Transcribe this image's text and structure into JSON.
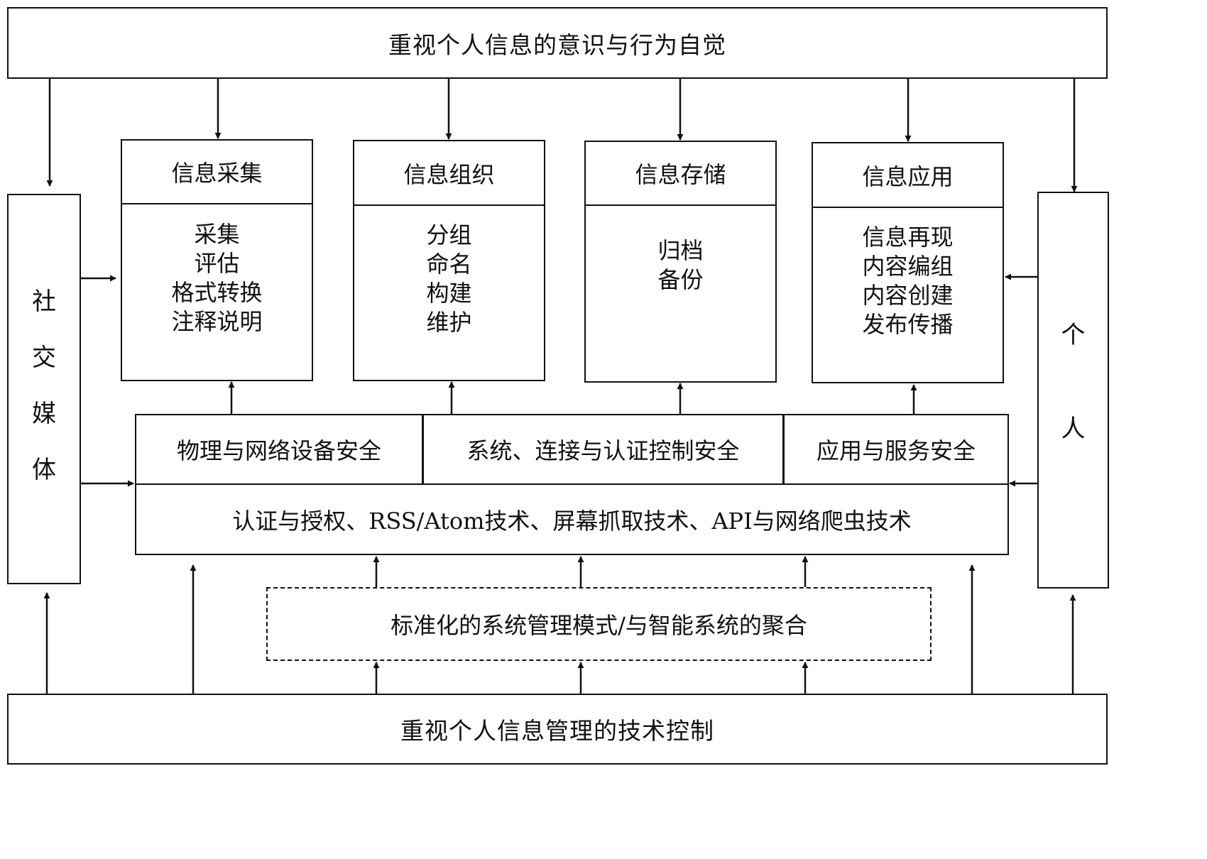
{
  "top_banner": "重视个人信息的意识与行为自觉",
  "bottom_banner": "重视个人信息管理的技术控制",
  "left_side": [
    "社",
    "交",
    "媒",
    "体"
  ],
  "right_side": [
    "个",
    "人"
  ],
  "modules": [
    {
      "title": "信息采集",
      "items": [
        "采集",
        "评估",
        "格式转换",
        "注释说明"
      ]
    },
    {
      "title": "信息组织",
      "items": [
        "分组",
        "命名",
        "构建",
        "维护"
      ]
    },
    {
      "title": "信息存储",
      "items": [
        "归档",
        "备份"
      ]
    },
    {
      "title": "信息应用",
      "items": [
        "信息再现",
        "内容编组",
        "内容创建",
        "发布传播"
      ]
    }
  ],
  "security_layer": [
    "物理与网络设备安全",
    "系统、连接与认证控制安全",
    "应用与服务安全"
  ],
  "tech_layer": "认证与授权、RSS/Atom技术、屏幕抓取技术、API与网络爬虫技术",
  "aggregation": "标准化的系统管理模式/与智能系统的聚合"
}
